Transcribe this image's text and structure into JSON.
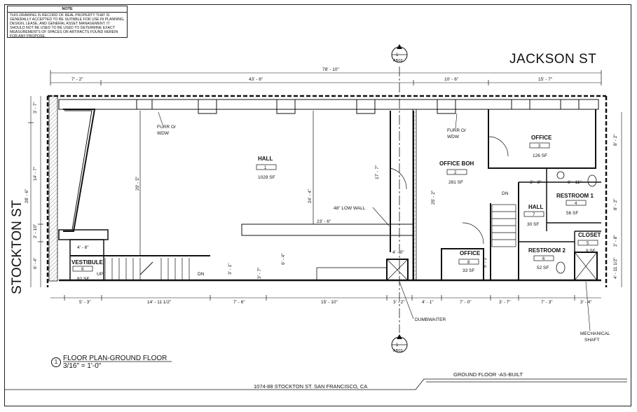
{
  "note": {
    "header": "NOTE",
    "text": "THIS DRAWING IS RECORD OF REAL PROPERTY THAT IS GENERALLY ACCEPTED TO BE SUITABLE FOR USE IN PLANNING, DESIGN, LEASE, AND GENERAL ASSET MANAGEMENT. IT SHOULD NOT BE USED TO BE USED TO DETERMINE EXACT MEASUREMENTS OF SPACES OR ARTIFACTS FOUND HEREIN FOR ANY PROPOSE."
  },
  "streets": {
    "top": "JACKSON ST",
    "left": "STOCKTON ST"
  },
  "section_markers": {
    "num": "1",
    "sheet": "AB03"
  },
  "overall_dim": "78' - 10\"",
  "top_dims": [
    "7' - 2\"",
    "43' - 6\"",
    "10' - 6\"",
    "15' - 7\""
  ],
  "bottom_dims": [
    "5' - 3\"",
    "14' - 11 1/2\"",
    "7' - 6\"",
    "15' - 10\"",
    "3' - 2\"",
    "4' - 1\"",
    "7' - 0\"",
    "3' - 7\"",
    "7' - 3\"",
    "3' - 4\""
  ],
  "left_dims": [
    "3' - 7\"",
    "14' - 7\"",
    "28' - 6\"",
    "2' - 10\"",
    "6' - 4\""
  ],
  "right_dims": [
    "8' - 2\"",
    "8' - 2\"",
    "2' - 8\"",
    "4' - 11 1/2\""
  ],
  "interior_dims": [
    "20' - 5\"",
    "24' - 4\"",
    "17' - 7\"",
    "25' - 2\"",
    "23' - 6\"",
    "6' - 4\"",
    "3' - 1\"",
    "3' - 7\"",
    "4' - 0\"",
    "4' - 6\"",
    "3' - 8\"",
    "6' - 11\"",
    "5' - 2\""
  ],
  "rooms": [
    {
      "name": "HALL",
      "num": "1",
      "area": "1029 SF"
    },
    {
      "name": "OFFICE BOH",
      "num": "2",
      "area": "281 SF"
    },
    {
      "name": "OFFICE",
      "num": "3",
      "area": "126 SF"
    },
    {
      "name": "RESTROOM 1",
      "num": "4",
      "area": "56 SF"
    },
    {
      "name": "CLOSET",
      "num": "5",
      "area": "9 SF"
    },
    {
      "name": "RESTROOM 2",
      "num": "6",
      "area": "52 SF"
    },
    {
      "name": "HALL",
      "num": "7",
      "area": "30 SF"
    },
    {
      "name": "OFFICE",
      "num": "8",
      "area": "33 SF"
    },
    {
      "name": "VESTIBULE",
      "num": "9",
      "area": "82 SF"
    }
  ],
  "annotations": {
    "furr1": "FURR O/",
    "wdw1": "WDW",
    "furr2": "FURR O/",
    "wdw2": "WDW",
    "low_wall": "48\" LOW WALL",
    "dn1": "DN",
    "dn2": "DN",
    "up": "UP",
    "dumbwaiter": "DUMBWAITER",
    "mech1": "MECHANICAL",
    "mech2": "SHAFT"
  },
  "title_block": {
    "num": "1",
    "title": "FLOOR PLAN-GROUND FLOOR",
    "scale": "3/16\" = 1'-0\"",
    "sheet_title": "GROUND FLOOR -AS-BUILT",
    "address": "1074-88 STOCKTON ST. SAN FRANCISCO, CA"
  }
}
